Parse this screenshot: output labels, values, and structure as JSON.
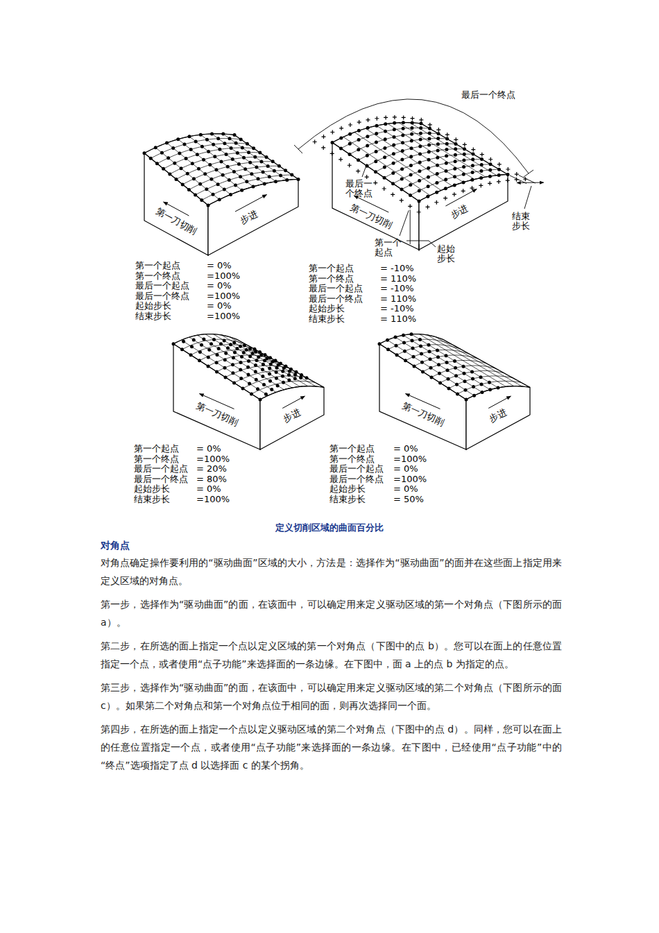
{
  "diagram": {
    "title": "对角点",
    "caption": "定义切削区域的曲面百分比",
    "labels": [
      "第一刀切削",
      "步进",
      "第一个起点",
      "= 0%",
      "第一个终点",
      "=100%",
      "最后一个起点",
      "= 0%",
      "最后一个终点",
      "=100%",
      "起始步长",
      "= 0%",
      "结束步长",
      "=100%",
      "最后一个终点",
      "最后一个终点",
      "第一刀切削",
      "步进",
      "第一个起点",
      "起始步长",
      "结束步长",
      "第一个起点",
      "= -10%",
      "第一个终点",
      "= 110%",
      "最后一个起点",
      "= -10%",
      "最后一个终点",
      "= 110%",
      "起始步长",
      "= -10%",
      "结束步长",
      "= 110%",
      "第一刀切削",
      "步进",
      "第一个起点",
      "= 0%",
      "第一个终点",
      "=100%",
      "最后一个起点",
      "= 20%",
      "最后一个终点",
      "= 80%",
      "起始步长",
      "= 0%",
      "结束步长",
      "=100%",
      "第一刀切削",
      "步进",
      "第一个起点",
      "= 0%",
      "第一个终点",
      "=100%",
      "最后一个起点",
      "= 0%",
      "最后一个终点",
      "=100%",
      "起始步长",
      "= 0%",
      "结束步长",
      "= 50%",
      "对角点确定操作要利用的“驱动曲面”区域的大小，方法是：选择作为“驱动曲面”的面并在这些面上指定用来定义区域的对角点。",
      "第一步，选择作为“驱动曲面”的面，在该面中，可以确定用来定义驱动区域的第一个对角点（下图所示的面 a）。",
      "第二步，在所选的面上指定一个点以定义区域的第一个对角点（下图中的点 b）。您可以在面上的任意位置指定一个点，或者使用“点子功能”来选择面的一条边缘。在下图中，面 a 上的点 b 为指定的点。",
      "第三步，选择作为“驱动曲面”的面，在该面中，可以确定用来定义驱动区域的第二个对角点（下图所示的面 c）。如果第二个对角点和第一个对角点位于相同的面，则再次选择同一个面。",
      "第四步，在所选的面上指定一个点以定义驱动区域的第二个对角点（下图中的点 d）。同样，您可以在面上的任意位置指定一个点，或者使用“点子功能”来选择面的一条边缘。在下图中，已经使用“点子功能”中的“终点”选项指定了点 d 以选择面 c 的某个拐角。"
    ]
  }
}
